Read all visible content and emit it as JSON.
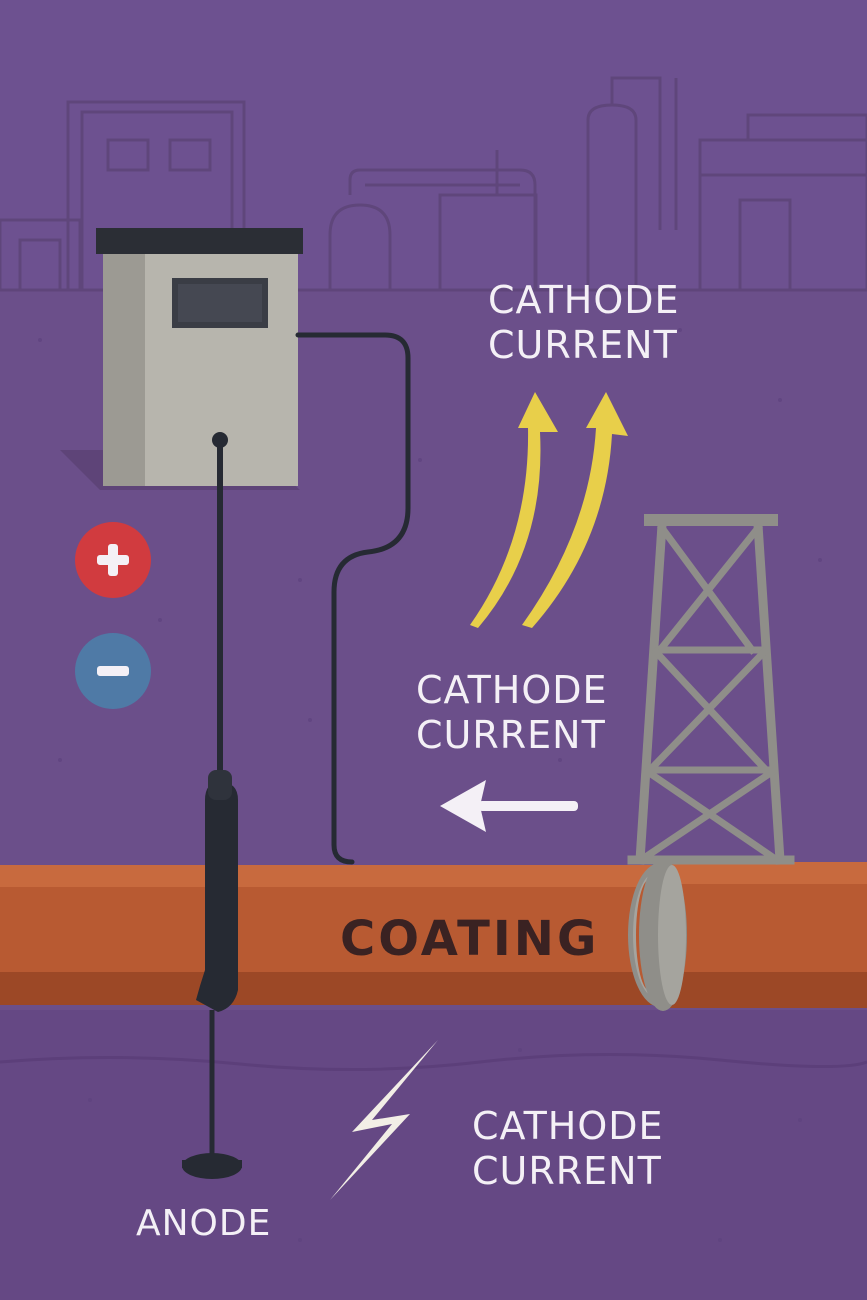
{
  "labels": {
    "cathode_current_top": [
      "CATHODE",
      "CURRENT"
    ],
    "cathode_current_middle": [
      "CATHODE",
      "CURRENT"
    ],
    "cathode_current_bottom": [
      "CATHODE",
      "CURRENT"
    ],
    "coating": "COATING",
    "anode": "ANODE"
  },
  "symbols": {
    "positive": "+",
    "negative": "−"
  },
  "colors": {
    "background": "#6b4f8a",
    "skyline": "#6a4e86",
    "pipe": "#b85a32",
    "rectifier_box": "#b7b5ad",
    "cable": "#262a33",
    "current_arrows": "#e8cf4a",
    "positive_terminal": "#d13b3f",
    "negative_terminal": "#4f7aa6",
    "text": "#f4f0f6"
  },
  "icons": [
    "rectifier-box",
    "plus-icon",
    "minus-icon",
    "arrow-up-icon",
    "arrow-left-icon",
    "lightning-icon",
    "tower-icon",
    "pipeline",
    "anode-rod"
  ]
}
